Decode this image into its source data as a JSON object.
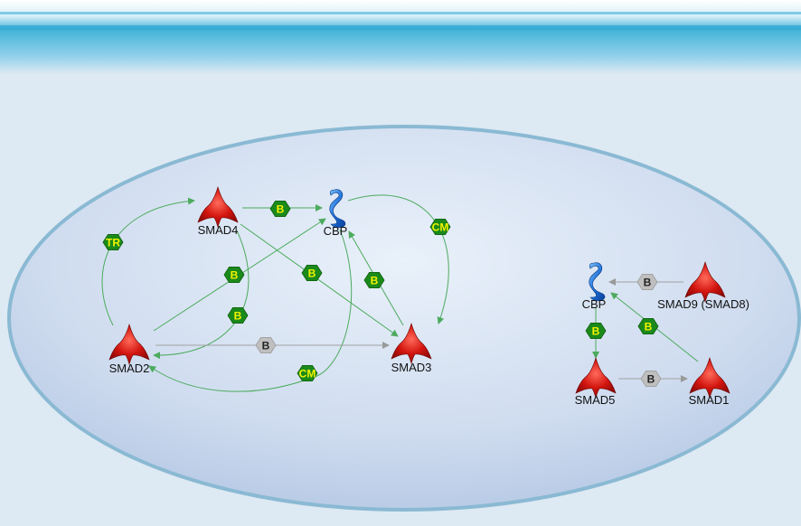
{
  "colors": {
    "background": "#dde9f3",
    "membrane": "#3fb3d6",
    "cell_fill": "#cfdff0",
    "cell_edge": "#8ab9d3",
    "smad_red": "#c81414",
    "cbp_blue": "#1c6fd8",
    "edge_green": "#4daa5e",
    "edge_gray": "#a0a0a0",
    "badge_green": "#1a8a1a",
    "badge_green_text": "#f2f200",
    "badge_gray": "#bfbfbf",
    "badge_gray_text": "#222222"
  },
  "nodes": {
    "smad4": {
      "label": "SMAD4",
      "shape": "smad-protein-icon"
    },
    "cbp_main": {
      "label": "CBP",
      "shape": "cbp-protein-icon"
    },
    "smad2": {
      "label": "SMAD2",
      "shape": "smad-protein-icon"
    },
    "smad3": {
      "label": "SMAD3",
      "shape": "smad-protein-icon"
    },
    "cbp_right": {
      "label": "CBP",
      "shape": "cbp-protein-icon"
    },
    "smad9": {
      "label": "SMAD9 (SMAD8)",
      "shape": "smad-protein-icon"
    },
    "smad5": {
      "label": "SMAD5",
      "shape": "smad-protein-icon"
    },
    "smad1": {
      "label": "SMAD1",
      "shape": "smad-protein-icon"
    }
  },
  "badges": {
    "tr": "TR",
    "b_smad4_cbp": "B",
    "cm_cbp_smad3": "CM",
    "b_smad2_cbp": "B",
    "b_smad4_smad3": "B",
    "b_smad3_cbp": "B",
    "b_smad4_smad2": "B",
    "b_smad2_smad3": "B",
    "cm_smad3_smad2": "CM",
    "b_smad9_cbp": "B",
    "b_cbp_smad5": "B",
    "b_smad1_cbp": "B",
    "b_smad5_smad1": "B"
  }
}
